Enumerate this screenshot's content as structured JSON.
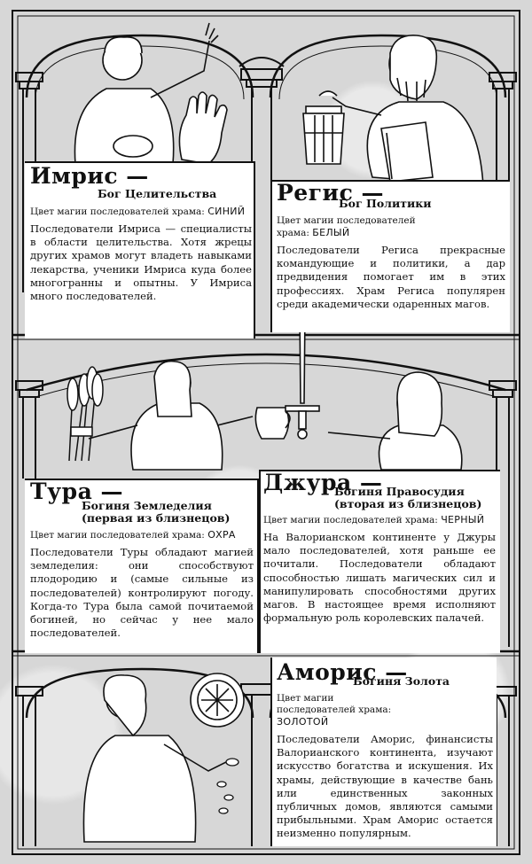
{
  "deities": [
    {
      "name": "Имрис —",
      "title": "Бог Целительства",
      "magic_label": "Цвет магии последователей храма:",
      "magic_color": "СИНИЙ",
      "description": "Последователи Имриса — специалисты в области целительства. Хотя жрецы других храмов могут владеть навыками лекарства, ученики Имриса куда более многогранны и опытны. У Имриса много последователей."
    },
    {
      "name": "Регис —",
      "title": "Бог Политики",
      "magic_label": "Цвет магии последователей храма:",
      "magic_color": "БЕЛЫЙ",
      "description": "Последователи Регисa прекрасные командующие и политики, а дар предвидения помогает им в этих профессиях. Храм Регисa популярен среди академически одаренных магов."
    },
    {
      "name": "Тура —",
      "title": "Богиня Земледелия",
      "title_note": "(первая из близнецов)",
      "magic_label": "Цвет магии последователей храма:",
      "magic_color": "ОХРА",
      "description": "Последователи Туры обладают магией земледелия: они способствуют плодородию и (самые сильные из последователей) контролируют погоду. Когда-то Тура была самой почитаемой богиней, но сейчас у нее мало последователей."
    },
    {
      "name": "Джура —",
      "title": "Богиня Правосудия",
      "title_note": "(вторая из близнецов)",
      "magic_label": "Цвет магии последователей храма:",
      "magic_color": "ЧЕРНЫЙ",
      "description": "На Валорианском континенте у Джуры мало последователей, хотя раньше ее почитали. Последователи обладают способностью лишать магических сил и манипулировать способностями других магов. В настоящее время исполняют формальную роль королевских палачей."
    },
    {
      "name": "Аморис —",
      "title": "Богиня Золота",
      "magic_label": "Цвет магии последователей храма:",
      "magic_color": "ЗОЛОТОЙ",
      "description": "Последователи Аморис, финансисты Валорианского континента, изучают искусство богатства и искушения. Их храмы, действующие в качестве бань или единственных законных публичных домов, являются самыми прибыльными. Храм Аморис остается неизменно популярным."
    }
  ],
  "icons": [
    "palm-hand-icon",
    "lantern-icon",
    "book-icon",
    "wheat-sheaf-icon",
    "jug-icon",
    "sword-icon",
    "medallion-icon",
    "coins-icon"
  ]
}
